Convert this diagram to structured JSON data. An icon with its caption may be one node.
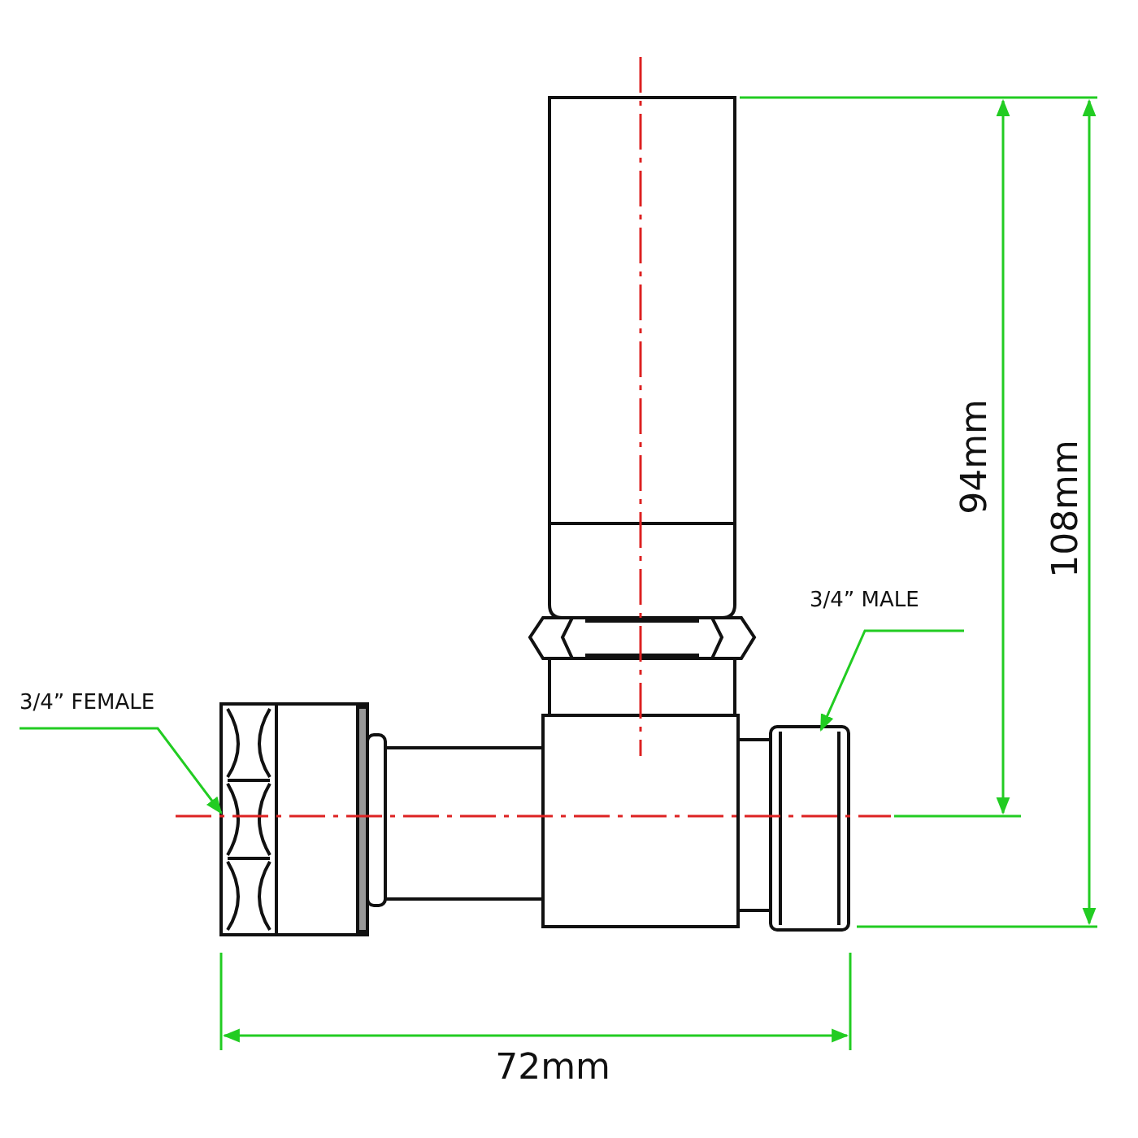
{
  "diagram": {
    "nodes": [
      {
        "text": [
          "3/4” FEMALE"
        ]
      },
      {
        "text": [],
        "shape": "picture"
      },
      {
        "text": [
          "3/4” MALE"
        ]
      },
      {
        "text": [],
        "shape": "picture"
      }
    ],
    "edges": [
      {
        "from": 0,
        "to": 1,
        "arrow": "to"
      },
      {
        "from": 2,
        "to": 3,
        "arrow": "to"
      }
    ],
    "labels": [
      "94mm",
      "108mm",
      "72mm"
    ]
  }
}
